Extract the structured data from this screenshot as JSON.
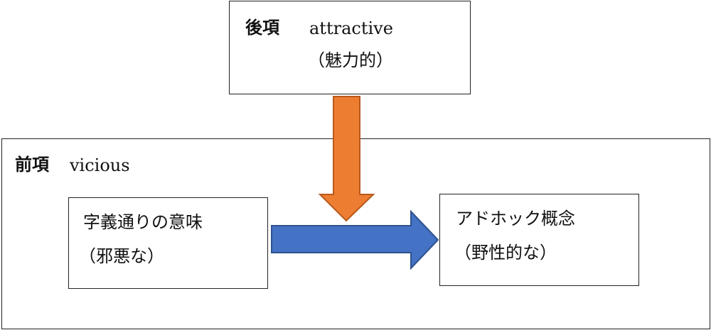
{
  "diagram": {
    "consequent_box": {
      "heading": "後項",
      "word": "attractive",
      "gloss": "（魅力的）"
    },
    "antecedent_box": {
      "heading": "前項",
      "word": "vicious"
    },
    "literal_meaning_box": {
      "title": "字義通りの意味",
      "gloss": "（邪悪な）"
    },
    "adhoc_concept_box": {
      "title": "アドホック概念",
      "gloss": "（野性的な）"
    },
    "arrows": [
      {
        "from": "consequent_box",
        "to": "blue_arrow",
        "direction": "down",
        "color": "#ED7D31",
        "stroke": "#B8591D"
      },
      {
        "from": "literal_meaning_box",
        "to": "adhoc_concept_box",
        "direction": "right",
        "color": "#4472C4",
        "stroke": "#2F528F"
      }
    ]
  }
}
